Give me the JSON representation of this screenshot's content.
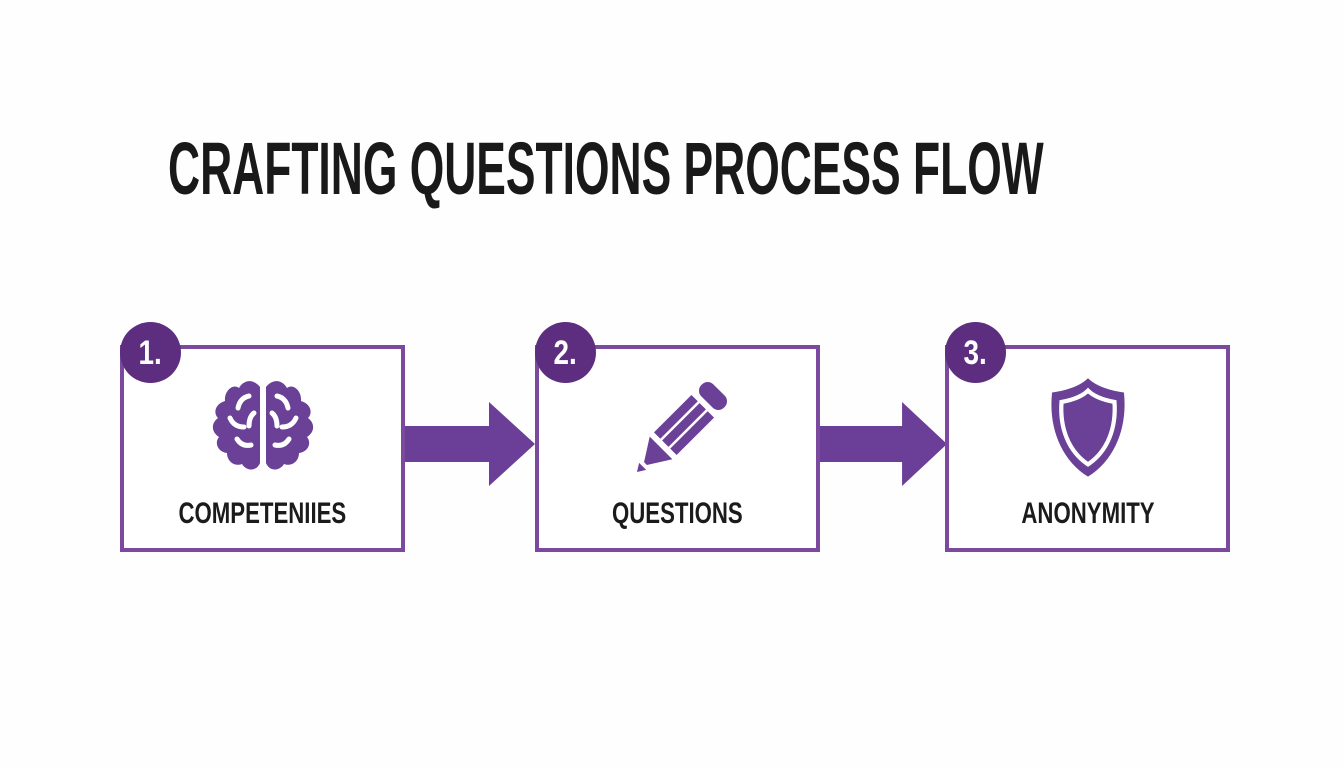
{
  "title": "CRAFTING QUESTIONS PROCESS FLOW",
  "colors": {
    "accent_purple": "#6b4097",
    "box_border": "#7b4a9e",
    "badge_circle": "#5d2d80",
    "label_text": "#1a1a1a",
    "title_text": "#191919",
    "background": "#ffffff"
  },
  "steps": [
    {
      "number": "1.",
      "label": "COMPETENIIES",
      "icon": "brain-icon"
    },
    {
      "number": "2.",
      "label": "QUESTIONS",
      "icon": "pencil-icon"
    },
    {
      "number": "3.",
      "label": "ANONYMITY",
      "icon": "shield-icon"
    }
  ],
  "connectors": [
    {
      "type": "arrow-right"
    },
    {
      "type": "arrow-right"
    }
  ]
}
